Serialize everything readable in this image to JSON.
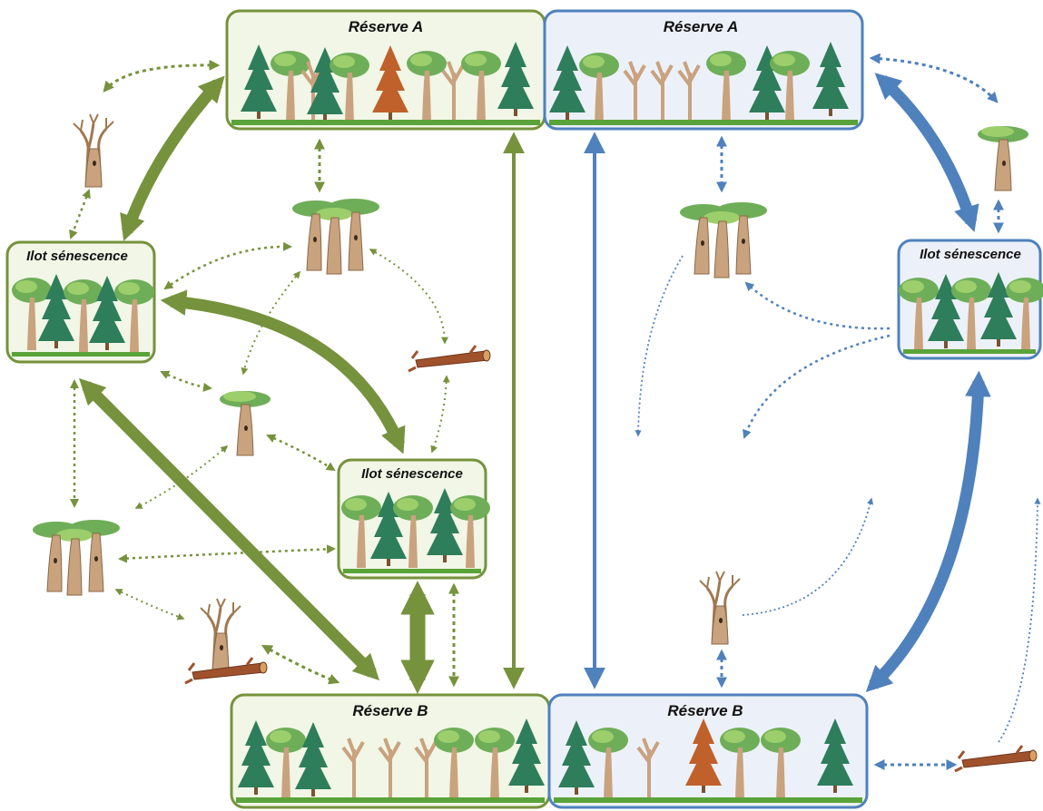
{
  "colors": {
    "green": "#76923c",
    "green_light": "#f1f6e6",
    "blue": "#4f81bd",
    "blue_light": "#ecf1f9",
    "trunk": "#c9a27e",
    "trunk_dark": "#8a6a4a",
    "canopy": "#6fae58",
    "canopy_light": "#9ccf6b",
    "conifer": "#2e7d5b",
    "conifer_dead": "#c0612b",
    "log": "#a0522d",
    "ground": "#5aa33a"
  },
  "boxes": {
    "reserve_a_green": "Réserve A",
    "reserve_a_blue": "Réserve A",
    "ilot_left": "Ilot sénescence",
    "ilot_center": "Ilot sénescence",
    "ilot_right": "Ilot sénescence",
    "reserve_b_green": "Réserve B",
    "reserve_b_blue": "Réserve B"
  },
  "icons": {
    "old_tree": "dead-tree-icon",
    "tree_cluster": "old-tree-cluster-icon",
    "log": "fallen-log-icon",
    "forest": "forest-scene-icon"
  }
}
